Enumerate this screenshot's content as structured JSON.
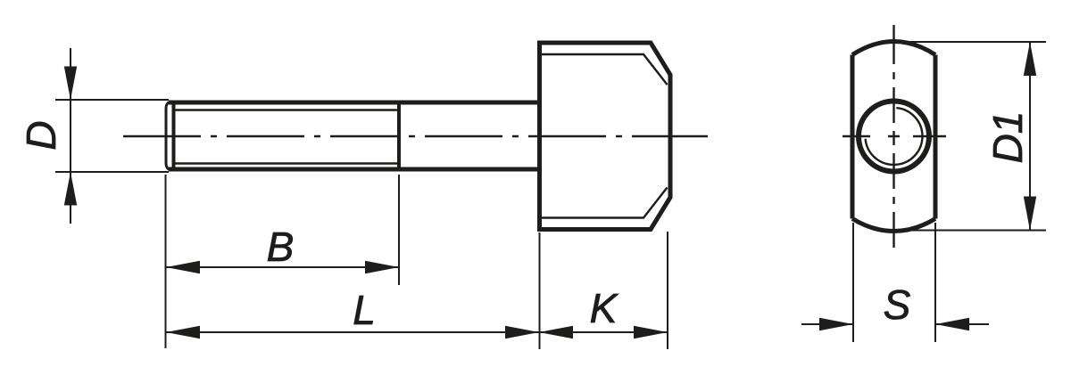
{
  "colors": {
    "background": "#ffffff",
    "line": "#1d1d1b"
  },
  "views": {
    "side": {
      "labels": {
        "diameter": "D",
        "thread_length": "B",
        "total_length": "L",
        "head_width": "K"
      }
    },
    "end": {
      "labels": {
        "head_diameter": "D1",
        "head_thickness": "S"
      }
    }
  }
}
